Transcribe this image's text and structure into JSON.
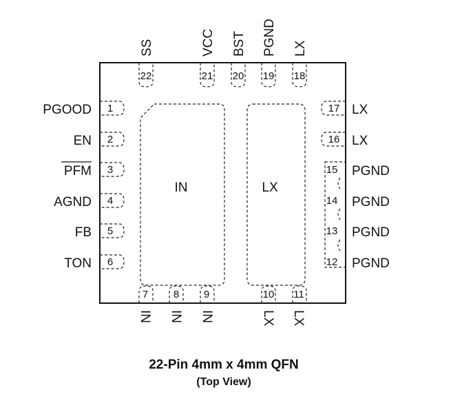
{
  "package": {
    "left_pins": [
      {
        "num": "1",
        "name": "PGOOD",
        "overline": false
      },
      {
        "num": "2",
        "name": "EN",
        "overline": false
      },
      {
        "num": "3",
        "name": "PFM",
        "overline": true
      },
      {
        "num": "4",
        "name": "AGND",
        "overline": false
      },
      {
        "num": "5",
        "name": "FB",
        "overline": false
      },
      {
        "num": "6",
        "name": "TON",
        "overline": false
      }
    ],
    "bottom_pins": [
      {
        "num": "7",
        "name": "IN"
      },
      {
        "num": "8",
        "name": "IN"
      },
      {
        "num": "9",
        "name": "IN"
      },
      {
        "num": "10",
        "name": "LX"
      },
      {
        "num": "11",
        "name": "LX"
      }
    ],
    "right_pins": [
      {
        "num": "12",
        "name": "PGND"
      },
      {
        "num": "13",
        "name": "PGND"
      },
      {
        "num": "14",
        "name": "PGND"
      },
      {
        "num": "15",
        "name": "PGND"
      },
      {
        "num": "16",
        "name": "LX"
      },
      {
        "num": "17",
        "name": "LX"
      }
    ],
    "top_pins": [
      {
        "num": "18",
        "name": "LX"
      },
      {
        "num": "19",
        "name": "PGND"
      },
      {
        "num": "20",
        "name": "BST"
      },
      {
        "num": "21",
        "name": "VCC"
      },
      {
        "num": "22",
        "name": "SS"
      }
    ],
    "thermal_pads": [
      {
        "name": "IN"
      },
      {
        "name": "LX"
      }
    ]
  },
  "caption": {
    "title": "22-Pin 4mm x 4mm QFN",
    "subtitle": "(Top View)"
  }
}
